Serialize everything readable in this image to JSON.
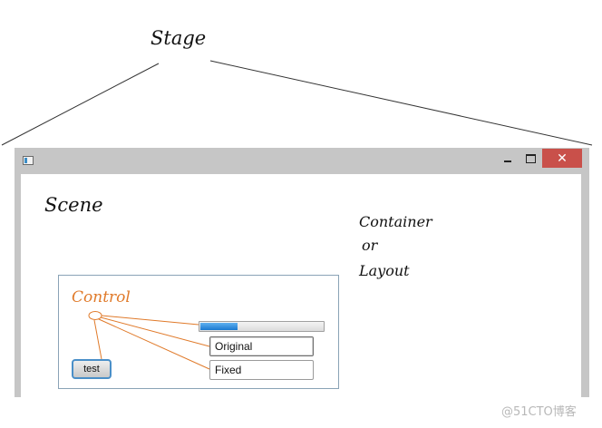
{
  "labels": {
    "stage": "Stage",
    "scene": "Scene",
    "container_line1": "Container",
    "container_line2": "or",
    "container_line3": "Layout",
    "control": "Control"
  },
  "window": {
    "close_glyph": "✕",
    "close_color": "#c9504a",
    "frame_color": "#c6c6c6"
  },
  "controls": {
    "progress": 0.3,
    "field_original": "Original",
    "field_fixed": "Fixed",
    "button_label": "test"
  },
  "colors": {
    "control_accent": "#e07a2a",
    "progress_fill": "#1a78d0",
    "layout_border": "#8aa3b6"
  },
  "watermark": "@51CTO博客"
}
